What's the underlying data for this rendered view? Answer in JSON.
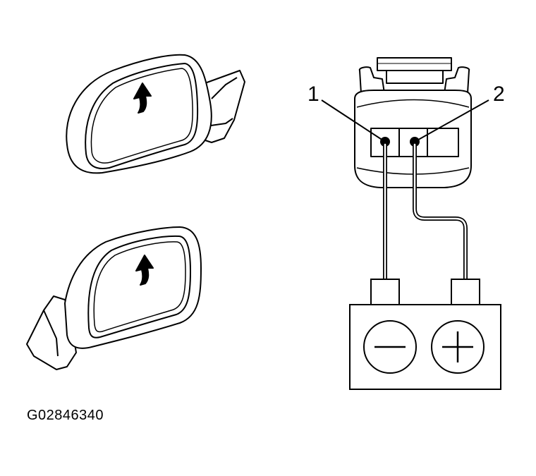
{
  "labels": {
    "pin_1": "1",
    "pin_2": "2"
  },
  "battery": {
    "negative_symbol": "−",
    "positive_symbol": "+"
  },
  "figure_code": "G02846340",
  "icons": {
    "upper_mirror": "right-side-mirror-icon",
    "lower_mirror": "left-side-mirror-icon",
    "tilt_arrow": "up-arrow-icon",
    "connector": "mirror-connector-icon",
    "battery": "battery-icon"
  }
}
